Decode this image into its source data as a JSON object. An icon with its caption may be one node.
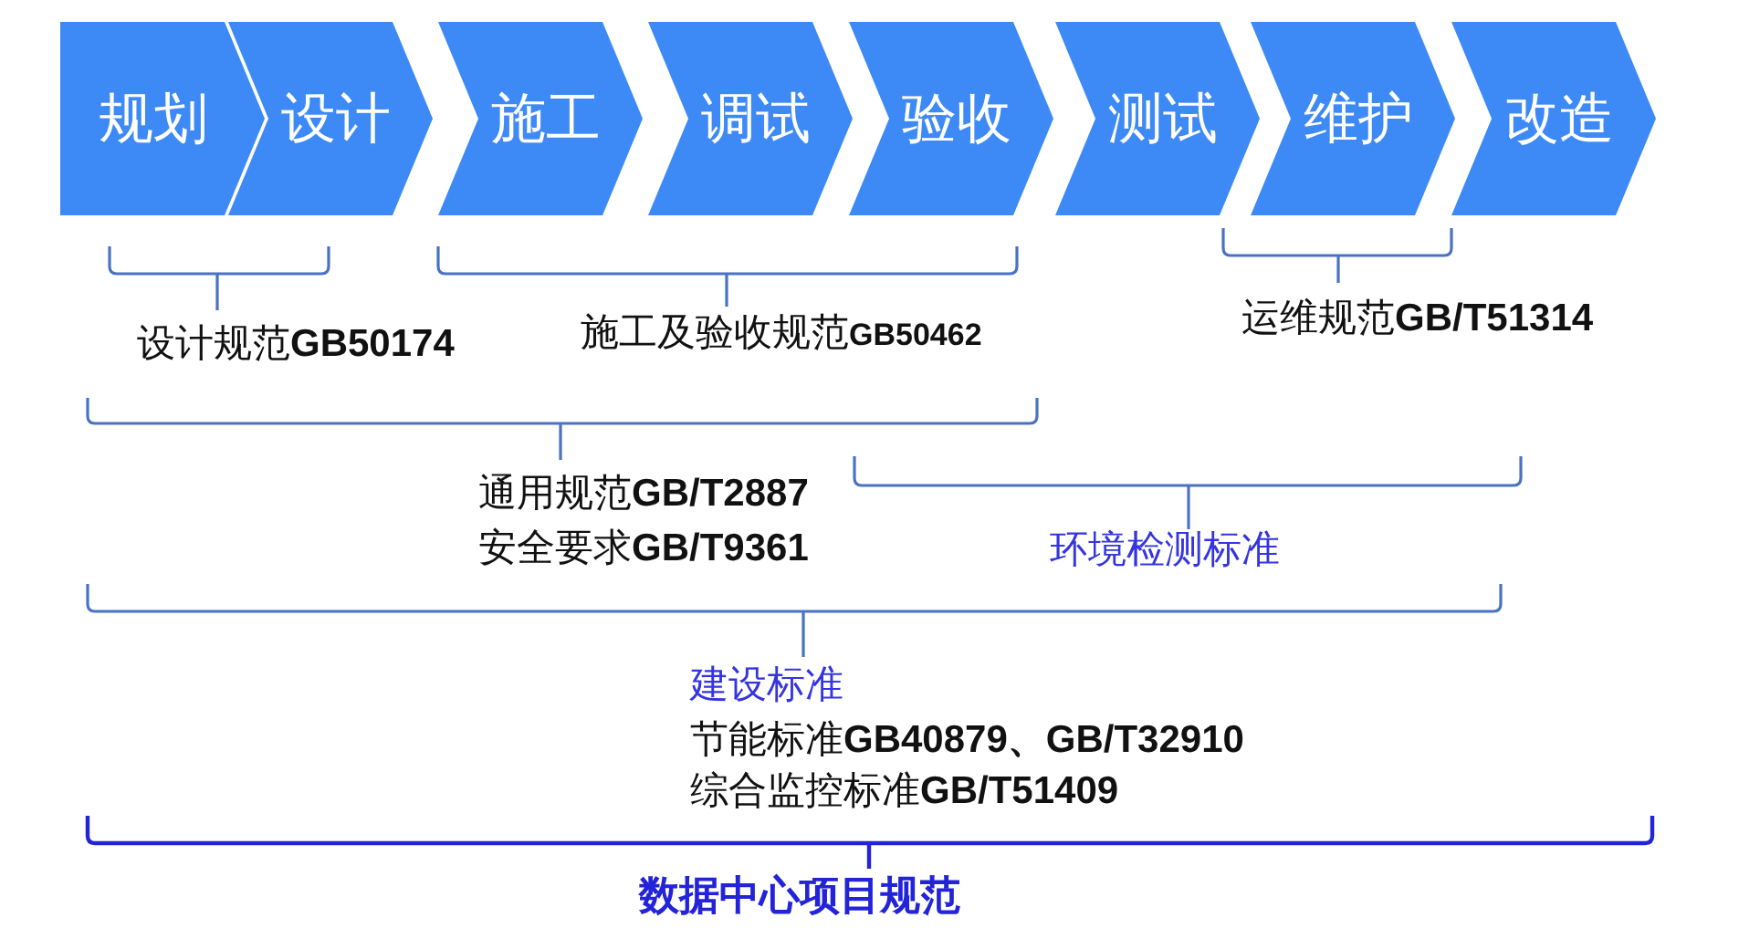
{
  "diagram": {
    "nodes": [
      {
        "text": [
          "规划"
        ]
      },
      {
        "text": [
          "设计"
        ]
      },
      {
        "text": [
          "施工"
        ]
      },
      {
        "text": [
          "调试"
        ]
      },
      {
        "text": [
          "验收"
        ]
      },
      {
        "text": [
          "测试"
        ]
      },
      {
        "text": [
          "维护"
        ]
      },
      {
        "text": [
          "改造"
        ]
      }
    ],
    "edges": [],
    "labels": [
      "设计规范**GB50174**",
      "施工及验收规范**GB50462**",
      "运维规范**GB/T51314**",
      "通用规范**GB/T2887**",
      "安全要求**GB/T9361**",
      "环境检测标准",
      "建设标准",
      "节能标准**GB40879、GB/T32910**",
      "综合监控标准**GB/T51409**",
      "数据中心项目规范"
    ]
  }
}
